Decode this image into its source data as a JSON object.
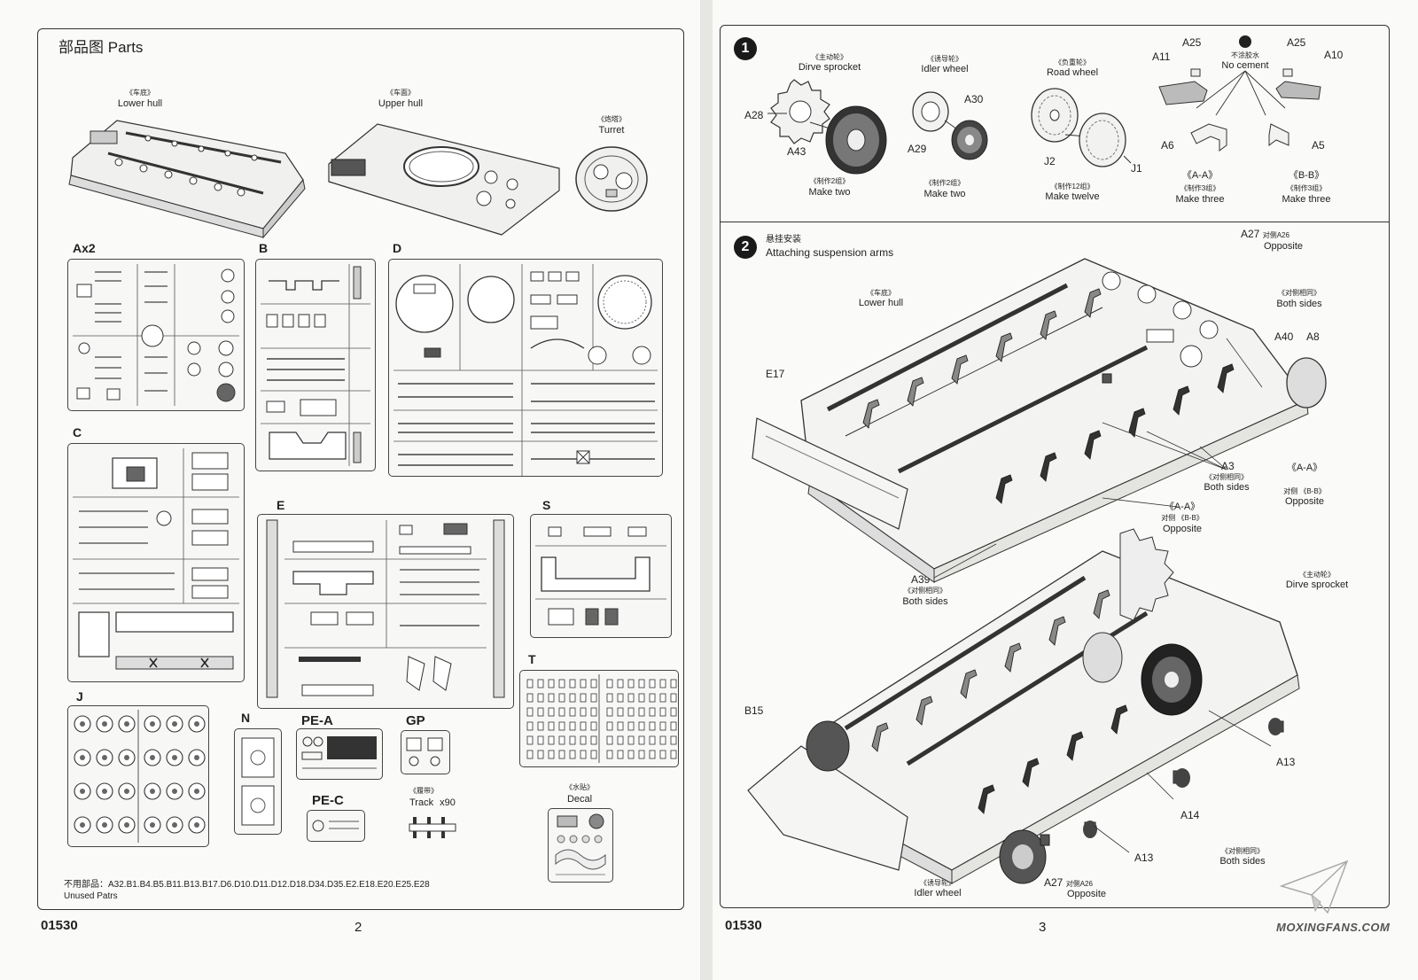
{
  "left": {
    "title_cn": "部品图",
    "title_en": "Parts",
    "lower_hull_cn": "《车底》",
    "lower_hull_en": "Lower hull",
    "upper_hull_cn": "《车面》",
    "upper_hull_en": "Upper hull",
    "turret_cn": "《炮塔》",
    "turret_en": "Turret",
    "sprues": {
      "ax2": "Ax2",
      "b": "B",
      "d": "D",
      "c": "C",
      "e": "E",
      "s": "S",
      "t": "T",
      "j": "J",
      "n": "N",
      "pea": "PE-A",
      "gp": "GP",
      "pec": "PE-C"
    },
    "track_cn": "《履带》",
    "track_en": "Track",
    "track_qty": "x90",
    "decal_cn": "《水贴》",
    "decal_en": "Decal",
    "unused_cn_prefix": "不用部品：",
    "unused_list": "A32.B1.B4.B5.B11.B13.B17.D6.D10.D11.D12.D18.D34.D35.E2.E18.E20.E25.E28",
    "unused_en": "Unused Patrs",
    "code": "01530",
    "page_num": "2"
  },
  "right": {
    "step1": {
      "num": "1",
      "drive_cn": "《主动轮》",
      "drive_en": "Dirve sprocket",
      "drive_make_cn": "《制作2组》",
      "drive_make_en": "Make two",
      "idler_cn": "《诱导轮》",
      "idler_en": "Idler wheel",
      "idler_make_cn": "《制作2组》",
      "idler_make_en": "Make two",
      "road_cn": "《负重轮》",
      "road_en": "Road  wheel",
      "road_make_cn": "《制作12组》",
      "road_make_en": "Make twelve",
      "no_cement_cn": "不涂胶水",
      "no_cement_en": "No cement",
      "aa": "《A-A》",
      "aa_make_cn": "《制作3组》",
      "aa_make_en": "Make three",
      "bb": "《B-B》",
      "bb_make_cn": "《制作3组》",
      "bb_make_en": "Make three",
      "parts": {
        "a28": "A28",
        "a43": "A43",
        "a30": "A30",
        "a29": "A29",
        "j2": "J2",
        "j1": "J1",
        "a11": "A11",
        "a25a": "A25",
        "a25b": "A25",
        "a10": "A10",
        "a6": "A6",
        "a5": "A5"
      }
    },
    "step2": {
      "num": "2",
      "title_cn": "悬挂安装",
      "title_en": "Attaching suspension arms",
      "lower_hull_cn": "《车底》",
      "lower_hull_en": "Lower hull",
      "a27_top": "A27",
      "a27_top_cn": "对侧A26",
      "a27_top_en": "Opposite",
      "both_cn": "《对侧相同》",
      "both_en": "Both sides",
      "a40": "A40",
      "a8": "A8",
      "e17": "E17",
      "a3": "A3",
      "a3_cn": "《对侧相同》",
      "a3_en": "Both sides",
      "aa_right": "《A-A》",
      "aa_right_cn": "对侧 《B-B》",
      "aa_right_en": "Opposite",
      "aa_mid": "《A-A》",
      "aa_mid_cn": "对侧 《B-B》",
      "aa_mid_en": "Opposite",
      "a39": "A39",
      "a39_cn": "《对侧相同》",
      "a39_en": "Both sides",
      "drive_cn": "《主动轮》",
      "drive_en": "Dirve sprocket",
      "b15": "B15",
      "a13_right": "A13",
      "a14": "A14",
      "a13_mid": "A13",
      "both2_cn": "《对侧相同》",
      "both2_en": "Both sides",
      "a27_bot": "A27",
      "a27_bot_cn": "对侧A26",
      "a27_bot_en": "Opposite",
      "idler_cn": "《诱导轮》",
      "idler_en": "Idler wheel"
    },
    "code": "01530",
    "page_num": "3",
    "watermark": "MOXINGFANS.COM"
  }
}
